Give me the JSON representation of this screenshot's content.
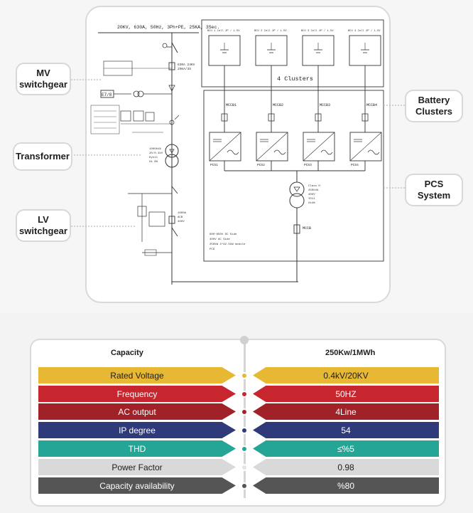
{
  "callouts": {
    "mv": "MV\nswitchgear",
    "transformer": "Transformer",
    "lv": "LV\nswitchgear",
    "battery": "Battery\nClusters",
    "pcs": "PCS\nSystem"
  },
  "diagram": {
    "header_spec": "20KV, 630A, 50Hz, 3Ph+PE, 25KA, 3Sec.",
    "clusters_label": "4 Clusters",
    "cluster_specs": [
      "BCU 1 Cell 2P / 1.5V",
      "BCU 2 Cell 2P / 1.5V",
      "BCU 3 Cell 2P / 1.5V",
      "BCU 4 Cell 2P / 1.5V"
    ],
    "mccb_labels": [
      "MCCB1",
      "MCCB2",
      "MCCB3",
      "MCCB4"
    ],
    "pcs_labels": [
      "PCS1",
      "PCS2",
      "PCS3",
      "PCS4"
    ],
    "mccb_main": "MCCB",
    "pcs_notes": [
      "600~850V DC Side",
      "400V AC Side",
      "250kW 4*62.5kW module",
      "PCS"
    ],
    "breaker_spec": [
      "630A 24KV",
      "25KA/3S"
    ],
    "transformer_spec": [
      "1000kVA",
      "20/0.4kV",
      "Dyn11",
      "Uk 6%"
    ],
    "lv_spec": [
      "1600A",
      "ACB",
      "400V"
    ],
    "iso_transformer_spec": [
      "Class H",
      "250kVA",
      "400V",
      "YD11",
      "Uk4%"
    ],
    "relay_label": "E7/8"
  },
  "specs": {
    "header_left": "Capacity",
    "header_right": "250Kw/1MWh",
    "rows": [
      {
        "label": "Rated Voltage",
        "value": "0.4kV/20KV"
      },
      {
        "label": "Frequency",
        "value": "50HZ"
      },
      {
        "label": "AC output",
        "value": "4Line"
      },
      {
        "label": "IP degree",
        "value": "54"
      },
      {
        "label": "THD",
        "value": "≤%5"
      },
      {
        "label": "Power Factor",
        "value": "0.98"
      },
      {
        "label": "Capacity availability",
        "value": "%80"
      }
    ]
  },
  "colors": {
    "rated_voltage": "#e6b833",
    "frequency": "#c8262e",
    "ac_output": "#a02128",
    "ip_degree": "#2e3a7a",
    "thd": "#25a596",
    "power_factor": "#d9d9d9",
    "capacity_availability": "#555555"
  }
}
